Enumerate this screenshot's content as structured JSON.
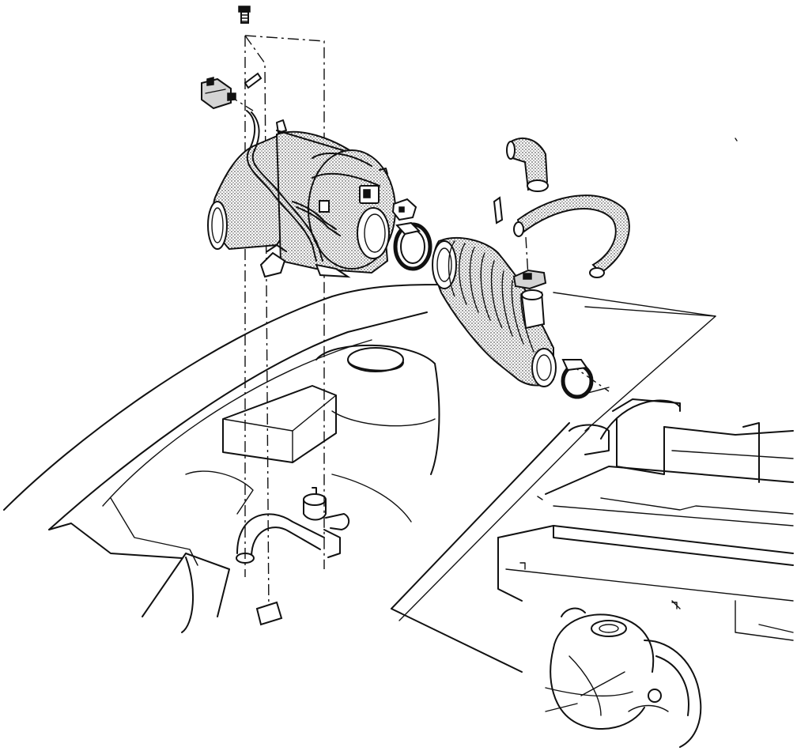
{
  "diagram": {
    "type": "exploded-view technical line drawing",
    "labels": [],
    "parts": [
      {
        "id": "bolt",
        "icon": "bolt-icon"
      },
      {
        "id": "pin",
        "icon": "pin-icon"
      },
      {
        "id": "clip-connector",
        "icon": "connector-icon"
      },
      {
        "id": "air-cleaner-housing",
        "icon": "housing-icon"
      },
      {
        "id": "wire-harness",
        "icon": "wire-icon"
      },
      {
        "id": "hose-clamp-upper",
        "icon": "clamp-icon"
      },
      {
        "id": "small-connector",
        "icon": "connector-icon"
      },
      {
        "id": "corrugated-intake-duct",
        "icon": "duct-icon"
      },
      {
        "id": "hose-clamp-lower",
        "icon": "clamp-icon"
      },
      {
        "id": "elbow-hose",
        "icon": "hose-icon"
      },
      {
        "id": "breather-hose",
        "icon": "hose-icon"
      },
      {
        "id": "retainer-pin",
        "icon": "pin-icon"
      },
      {
        "id": "hose-connector",
        "icon": "fitting-icon"
      },
      {
        "id": "bracket-box",
        "icon": "bracket-icon"
      },
      {
        "id": "valve-fitting",
        "icon": "valve-icon"
      },
      {
        "id": "turbocharger",
        "icon": "turbo-icon"
      },
      {
        "id": "engine-compartment",
        "icon": "chassis-icon"
      }
    ]
  }
}
